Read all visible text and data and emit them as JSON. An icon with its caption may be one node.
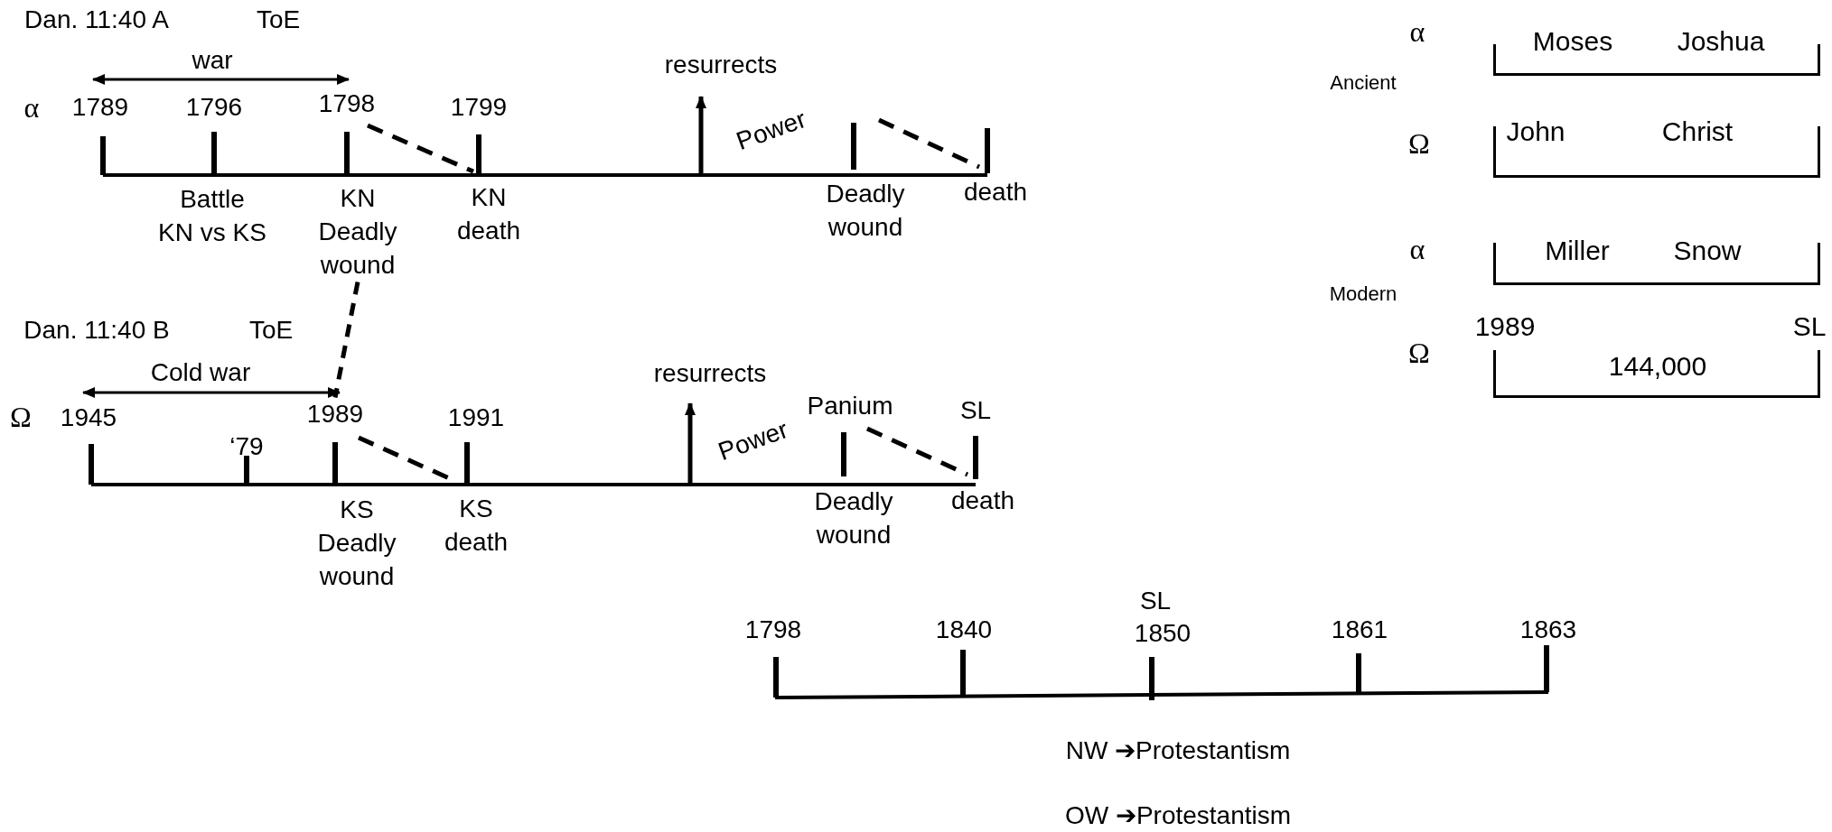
{
  "diagram": {
    "nodes": [
      {
        "text": [
          "KN Deadly wound"
        ]
      },
      {
        "text": [
          "1989"
        ]
      },
      {
        "text": [
          "Moses",
          "Joshua"
        ]
      },
      {
        "text": [
          "John",
          "Christ"
        ]
      },
      {
        "text": [
          "Miller",
          "Snow"
        ]
      },
      {
        "text": [
          "144,000"
        ],
        "beside": [
          "1989",
          "SL"
        ]
      }
    ],
    "edges": [
      {
        "from": 0,
        "to": 1,
        "arrow": "none",
        "style": "dashed"
      }
    ],
    "labels": [
      "Dan. 11:40 A",
      "ToE",
      "war",
      "α",
      "1789",
      "1796",
      "1798",
      "1799",
      "resurrects",
      "Power",
      "Battle KN vs KS",
      "KN death",
      "Deadly wound",
      "death",
      "α",
      "Ancient",
      "Ω",
      "α",
      "Modern",
      "Ω",
      "Dan. 11:40 B",
      "ToE",
      "Cold war",
      "Ω",
      "1945",
      "‘79",
      "1991",
      "resurrects",
      "Power",
      "Panium",
      "SL",
      "KS Deadly wound",
      "KS death",
      "Deadly wound",
      "death",
      "SL",
      "1798",
      "1840",
      "1850",
      "1861",
      "1863",
      "NW ➔Protestantism",
      "OW ➔Protestantism"
    ]
  }
}
